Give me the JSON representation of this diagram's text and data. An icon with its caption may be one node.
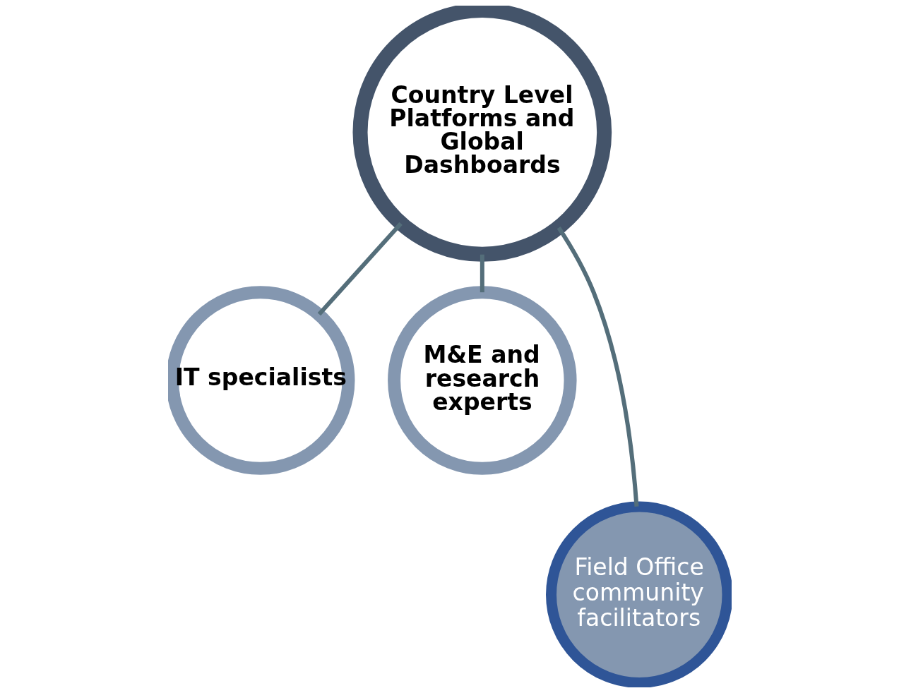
{
  "diagram": {
    "nodes": [
      {
        "text": [
          "Country Level Platforms and Global Dashboards"
        ]
      },
      {
        "text": [
          "IT specialists"
        ]
      },
      {
        "text": [
          "M&E and research experts"
        ]
      },
      {
        "text": [
          "Field Office community facilitators"
        ]
      }
    ],
    "edges": [
      {
        "from": 0,
        "to": 1,
        "arrow": "none"
      },
      {
        "from": 0,
        "to": 2,
        "arrow": "none"
      },
      {
        "from": 0,
        "to": 3,
        "arrow": "none"
      }
    ]
  }
}
